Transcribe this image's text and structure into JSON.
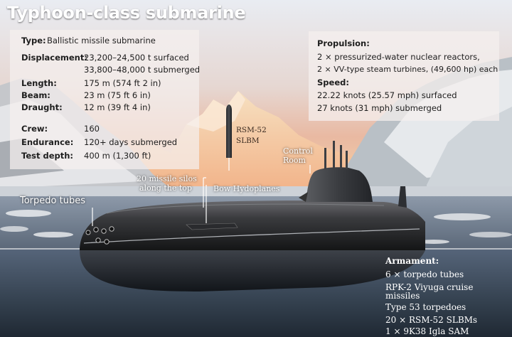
{
  "title": "Typhoon-class submarine",
  "specs_left": {
    "type_label": "Type:",
    "type_value": "Ballistic missile submarine",
    "displacement_label": "Displacement:",
    "displacement_line1": "23,200–24,500 t surfaced",
    "displacement_line2": "33,800–48,000 t submerged",
    "length_label": "Length:",
    "length_value": "175 m (574 ft 2 in)",
    "beam_label": "Beam:",
    "beam_value": "23 m (75 ft 6 in)",
    "draught_label": "Draught:",
    "draught_value": "12 m (39 ft 4 in)",
    "crew_label": "Crew:",
    "crew_value": "160",
    "endurance_label": "Endurance:",
    "endurance_value": "120+ days submerged",
    "test_depth_label": "Test depth:",
    "test_depth_value": "400 m (1,300 ft)"
  },
  "specs_right": {
    "propulsion_label": "Propulsion:",
    "propulsion_line1": "2 × pressurized-water nuclear reactors,",
    "propulsion_line2": "2 × VV-type steam turbines, (49,600 hp) each",
    "speed_label": "Speed:",
    "speed_line1": "22.22 knots (25.57 mph) surfaced",
    "speed_line2": "27 knots (31 mph) submerged"
  },
  "callouts": {
    "rsm_line1": "RSM-52",
    "rsm_line2": "SLBM",
    "control_line1": "Control",
    "control_line2": "Room",
    "silos_line1": "20 missile silos",
    "silos_line2": "along the top",
    "bow": "Bow Hydoplanes",
    "torpedo": "Torpedo tubes"
  },
  "armament": {
    "heading": "Armament:",
    "items": [
      "6 × torpedo tubes",
      "RPK-2 Viyuga cruise",
      "missiles",
      "Type 53 torpedoes",
      "20 × RSM-52 SLBMs",
      "1 × 9K38 Igla SAM"
    ]
  }
}
